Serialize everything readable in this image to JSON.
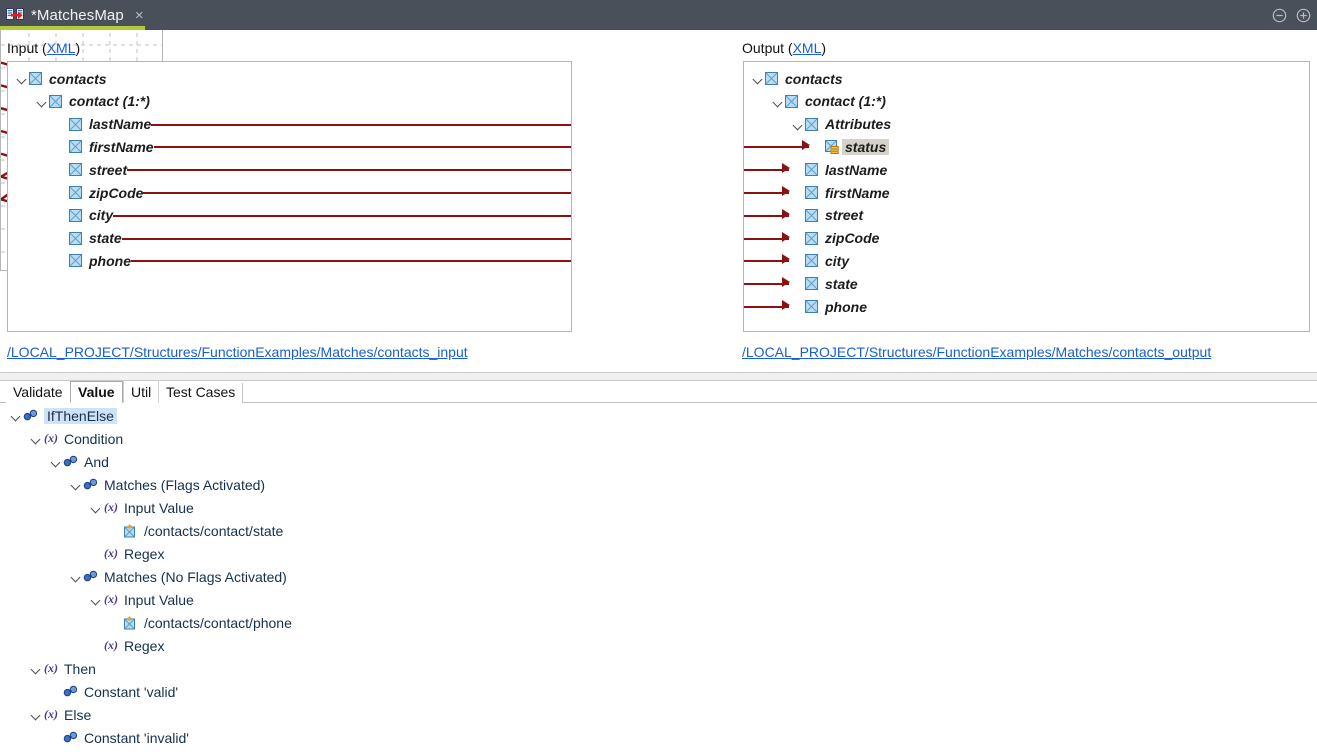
{
  "window": {
    "tab_title": "*MatchesMap",
    "tab_icon": "mapping-icon",
    "close_glyph": "×",
    "minimize_icon": "minimize-icon",
    "maximize_icon": "maximize-icon",
    "accent_color": "#b1cb3b",
    "titlebar_color": "#4a5059"
  },
  "mapping": {
    "input_caption_prefix": "Input (",
    "input_caption_link": "XML",
    "input_caption_suffix": ")",
    "output_caption_prefix": "Output (",
    "output_caption_link": "XML",
    "output_caption_suffix": ")",
    "input_path": "/LOCAL_PROJECT/Structures/FunctionExamples/Matches/contacts_input",
    "output_path": "/LOCAL_PROJECT/Structures/FunctionExamples/Matches/contacts_output",
    "line_color": "#8b1212",
    "input_tree": [
      {
        "label": "contacts",
        "depth": 0,
        "twisty": "open",
        "icon": "element-icon",
        "connected": false
      },
      {
        "label": "contact (1:*)",
        "depth": 1,
        "twisty": "open",
        "icon": "element-icon",
        "connected": false
      },
      {
        "label": "lastName",
        "depth": 2,
        "twisty": "none",
        "icon": "element-icon",
        "connected": true
      },
      {
        "label": "firstName",
        "depth": 2,
        "twisty": "none",
        "icon": "element-icon",
        "connected": true
      },
      {
        "label": "street",
        "depth": 2,
        "twisty": "none",
        "icon": "element-icon",
        "connected": true
      },
      {
        "label": "zipCode",
        "depth": 2,
        "twisty": "none",
        "icon": "element-icon",
        "connected": true
      },
      {
        "label": "city",
        "depth": 2,
        "twisty": "none",
        "icon": "element-icon",
        "connected": true
      },
      {
        "label": "state",
        "depth": 2,
        "twisty": "none",
        "icon": "element-icon",
        "connected": true
      },
      {
        "label": "phone",
        "depth": 2,
        "twisty": "none",
        "icon": "element-icon",
        "connected": true
      }
    ],
    "output_tree": [
      {
        "label": "contacts",
        "depth": 0,
        "twisty": "open",
        "icon": "element-icon",
        "connected": false,
        "selected": false
      },
      {
        "label": "contact (1:*)",
        "depth": 1,
        "twisty": "open",
        "icon": "element-icon",
        "connected": false,
        "selected": false
      },
      {
        "label": "Attributes",
        "depth": 2,
        "twisty": "open",
        "icon": "element-icon",
        "connected": false,
        "selected": false
      },
      {
        "label": "status",
        "depth": 3,
        "twisty": "none",
        "icon": "attribute-icon",
        "connected": true,
        "selected": true
      },
      {
        "label": "lastName",
        "depth": 2,
        "twisty": "none",
        "icon": "element-icon",
        "connected": true,
        "selected": false
      },
      {
        "label": "firstName",
        "depth": 2,
        "twisty": "none",
        "icon": "element-icon",
        "connected": true,
        "selected": false
      },
      {
        "label": "street",
        "depth": 2,
        "twisty": "none",
        "icon": "element-icon",
        "connected": true,
        "selected": false
      },
      {
        "label": "zipCode",
        "depth": 2,
        "twisty": "none",
        "icon": "element-icon",
        "connected": true,
        "selected": false
      },
      {
        "label": "city",
        "depth": 2,
        "twisty": "none",
        "icon": "element-icon",
        "connected": true,
        "selected": false
      },
      {
        "label": "state",
        "depth": 2,
        "twisty": "none",
        "icon": "element-icon",
        "connected": true,
        "selected": false
      },
      {
        "label": "phone",
        "depth": 2,
        "twisty": "none",
        "icon": "element-icon",
        "connected": true,
        "selected": false
      }
    ],
    "connections": [
      {
        "from": "lastName",
        "to": "lastName"
      },
      {
        "from": "firstName",
        "to": "firstName"
      },
      {
        "from": "street",
        "to": "street"
      },
      {
        "from": "zipCode",
        "to": "zipCode"
      },
      {
        "from": "city",
        "to": "city"
      },
      {
        "from": "state",
        "to": "status"
      },
      {
        "from": "state",
        "to": "state"
      },
      {
        "from": "phone",
        "to": "status"
      },
      {
        "from": "phone",
        "to": "phone"
      }
    ]
  },
  "bottom": {
    "tabs": [
      {
        "label": "Validate",
        "active": false
      },
      {
        "label": "Value",
        "active": true
      },
      {
        "label": "Util",
        "active": false
      },
      {
        "label": "Test Cases",
        "active": false
      }
    ],
    "tree": [
      {
        "label": "IfThenElse",
        "depth": 0,
        "twisty": "open",
        "icon": "function-icon",
        "selected": true
      },
      {
        "label": "Condition",
        "depth": 1,
        "twisty": "open",
        "icon": "value-icon",
        "selected": false
      },
      {
        "label": "And",
        "depth": 2,
        "twisty": "open",
        "icon": "function-icon",
        "selected": false
      },
      {
        "label": "Matches (Flags Activated)",
        "depth": 3,
        "twisty": "open",
        "icon": "function-icon",
        "selected": false
      },
      {
        "label": "Input Value",
        "depth": 4,
        "twisty": "open",
        "icon": "value-icon",
        "selected": false
      },
      {
        "label": "/contacts/contact/state",
        "depth": 5,
        "twisty": "none",
        "icon": "xpath-icon",
        "selected": false
      },
      {
        "label": "Regex",
        "depth": 4,
        "twisty": "none",
        "icon": "value-icon",
        "selected": false
      },
      {
        "label": "Matches (No Flags Activated)",
        "depth": 3,
        "twisty": "open",
        "icon": "function-icon",
        "selected": false
      },
      {
        "label": "Input Value",
        "depth": 4,
        "twisty": "open",
        "icon": "value-icon",
        "selected": false
      },
      {
        "label": "/contacts/contact/phone",
        "depth": 5,
        "twisty": "none",
        "icon": "xpath-icon",
        "selected": false
      },
      {
        "label": "Regex",
        "depth": 4,
        "twisty": "none",
        "icon": "value-icon",
        "selected": false
      },
      {
        "label": "Then",
        "depth": 1,
        "twisty": "open",
        "icon": "value-icon",
        "selected": false
      },
      {
        "label": "Constant 'valid'",
        "depth": 2,
        "twisty": "none",
        "icon": "function-icon",
        "selected": false
      },
      {
        "label": "Else",
        "depth": 1,
        "twisty": "open",
        "icon": "value-icon",
        "selected": false
      },
      {
        "label": "Constant 'invalid'",
        "depth": 2,
        "twisty": "none",
        "icon": "function-icon",
        "selected": false
      }
    ]
  }
}
